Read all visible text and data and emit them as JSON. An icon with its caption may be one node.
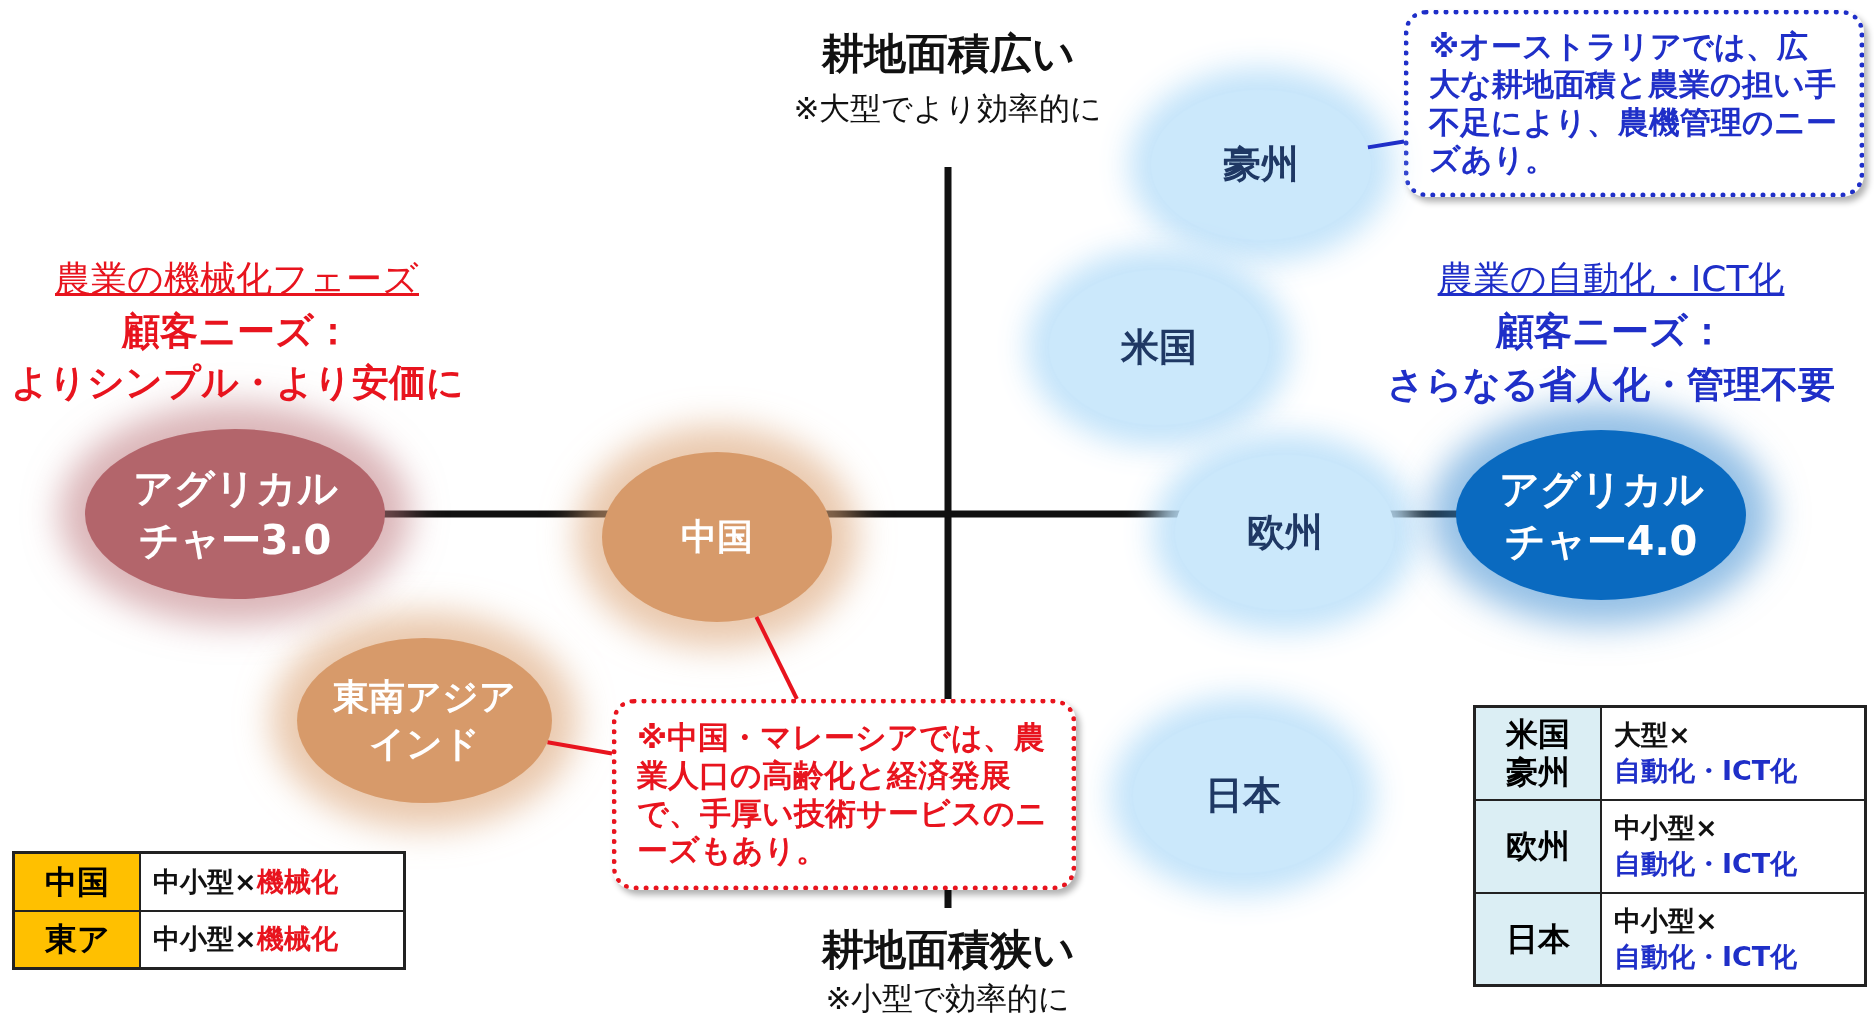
{
  "diagram": {
    "nodes": [
      {
        "text": [
          "※オーストラリアでは、広大な耕地面積と農業の担い手不足により、農機管理のニーズあり。"
        ]
      },
      {
        "text": [
          "豪州"
        ]
      },
      {
        "text": [
          "米国"
        ]
      },
      {
        "text": [
          "アグリカルチャー3.0"
        ]
      },
      {
        "text": [
          "中国"
        ]
      },
      {
        "text": [
          "欧州"
        ]
      },
      {
        "text": [
          "アグリカルチャー4.0"
        ]
      },
      {
        "text": [
          "東南アジアインド"
        ]
      },
      {
        "text": [
          "※中国・マレーシアでは、農業人口の高齢化と経済発展で、手厚い技術サービスのニーズもあり。"
        ]
      },
      {
        "text": [
          "日本"
        ]
      }
    ],
    "edges": [
      {
        "from": 0,
        "to": 1,
        "arrow": "none",
        "color": "#1f2fc8"
      },
      {
        "from": 8,
        "to": 4,
        "arrow": "none",
        "color": "#e8141e"
      },
      {
        "from": 8,
        "to": 7,
        "arrow": "none",
        "color": "#e8141e"
      }
    ],
    "labels": [
      "耕地面積広い",
      "※大型でより効率的に",
      "農業の機械化フェーズ",
      "顧客ニーズ：",
      "よりシンプル・より安価に",
      "農業の自動化・ICT化",
      "顧客ニーズ：",
      "さらなる省人化・管理不要",
      "米国豪州",
      "大型×",
      "自動化・ICT化",
      "欧州",
      "中小型×",
      "自動化・ICT化",
      "日本",
      "中小型×",
      "自動化・ICT化",
      "中国",
      "中小型×",
      "機械化",
      "東ア",
      "中小型×",
      "機械化",
      "耕地面積狭い",
      "※小型で効率的に"
    ]
  }
}
